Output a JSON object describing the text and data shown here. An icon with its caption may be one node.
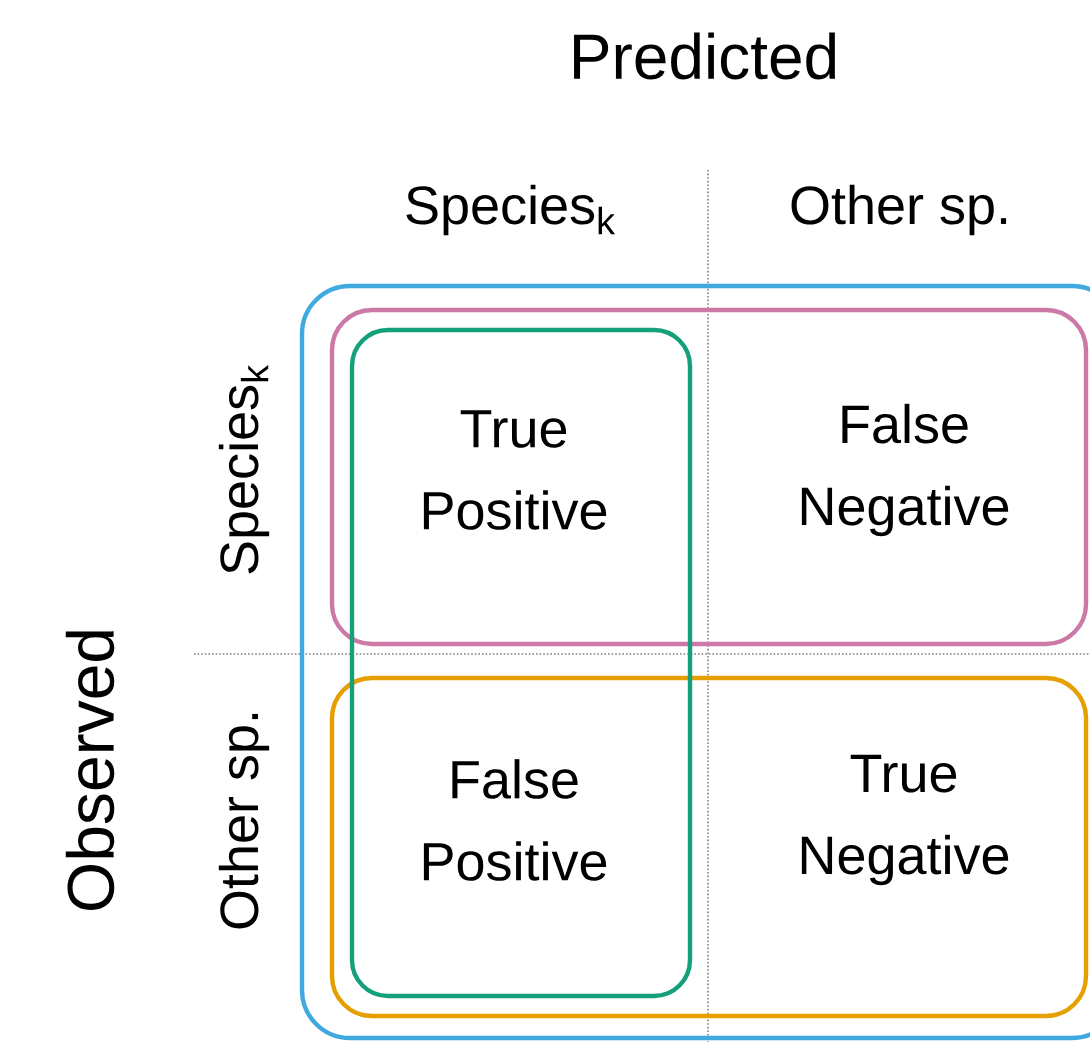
{
  "diagram": {
    "title": "Predicted",
    "labels": [
      "Species$_{k}$",
      "Other sp.",
      "Observed",
      "Species$_{k}$",
      "True Positive",
      "False Negative",
      "Other sp.",
      "False Positive",
      "True Negative"
    ]
  }
}
